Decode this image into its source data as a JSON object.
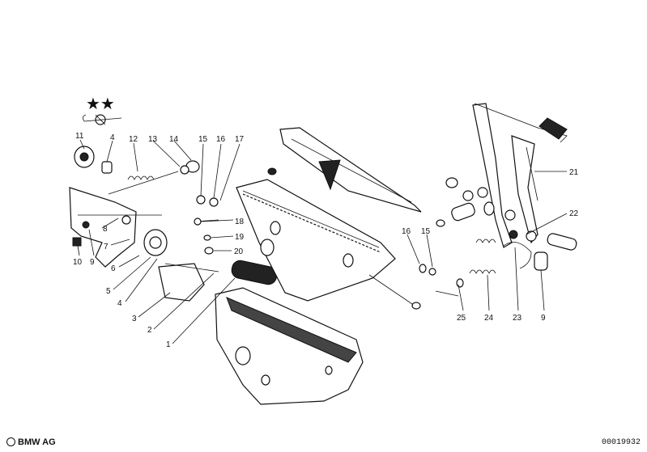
{
  "footer": {
    "brand": "BMW AG",
    "doc_number": "00019932"
  },
  "callouts": {
    "c11": "11",
    "c4a": "4",
    "c12": "12",
    "c13": "13",
    "c14": "14",
    "c15a": "15",
    "c16a": "16",
    "c17": "17",
    "c18": "18",
    "c19": "19",
    "c20": "20",
    "c8": "8",
    "c7": "7",
    "c6": "6",
    "c5": "5",
    "c4b": "4",
    "c3": "3",
    "c2": "2",
    "c1": "1",
    "c10": "10",
    "c9a": "9",
    "c16b": "16",
    "c15b": "15",
    "c25": "25",
    "c24": "24",
    "c23": "23",
    "c9b": "9",
    "c21": "21",
    "c22": "22"
  },
  "symbols": {
    "stars": "★★"
  }
}
